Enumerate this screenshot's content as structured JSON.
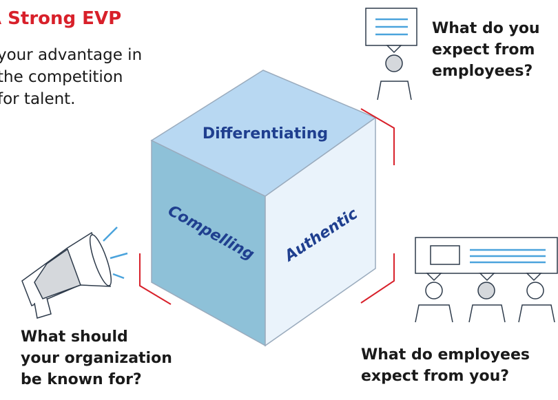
{
  "header": {
    "title": "A Strong EVP",
    "intro_lines": [
      "your advantage in",
      "the competition",
      "for talent."
    ],
    "title_color": "#d8202a"
  },
  "cube": {
    "top_label": "Differentiating",
    "left_label": "Compelling",
    "right_label": "Authentic",
    "colors": {
      "top": "#b8d8f2",
      "left": "#8ec1d8",
      "right": "#eaf3fb",
      "outline": "#9aabbd"
    }
  },
  "questions": {
    "top_right": [
      "What do you",
      "expect from",
      "employees?"
    ],
    "bottom_left": [
      "What should",
      "your organization",
      "be known for?"
    ],
    "bottom_right": [
      "What do employees",
      "expect from you?"
    ]
  },
  "icons": [
    "person-with-speech-bubble-icon",
    "megaphone-icon",
    "group-discussion-icon"
  ],
  "accent": "#d8202a"
}
